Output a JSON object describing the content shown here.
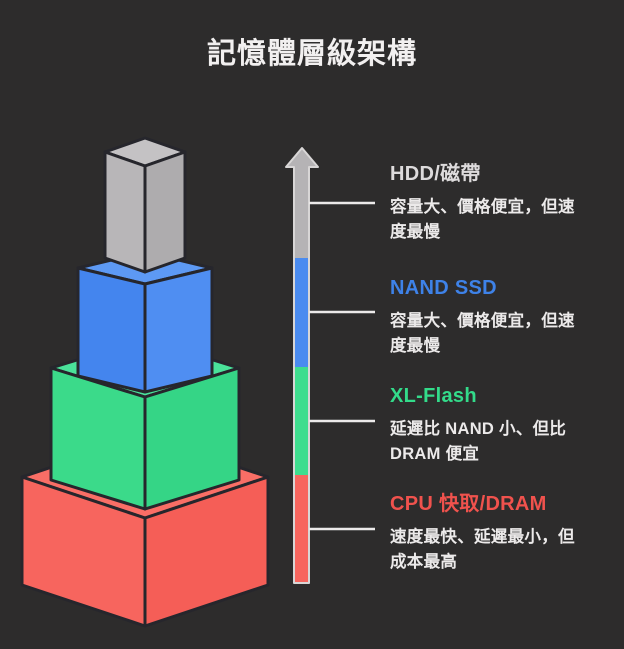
{
  "title": "記憶體層級架構",
  "colors": {
    "background": "#2d2c2c",
    "title_text": "#f2f0f0",
    "description_text": "#eceaea",
    "edge_stroke": "#26262c",
    "arrow_outline": "#d8d6d6",
    "tick_line": "#eceaea"
  },
  "levels": [
    {
      "name": "HDD/磁帶",
      "description": "容量大、價格便宜，但速度最慢",
      "heading_color": "#dddbdc",
      "block_color": "#b5b3b5",
      "faces": {
        "top": "#c4c2c4",
        "left": "#b8b6b8",
        "right": "#aeacae"
      }
    },
    {
      "name": "NAND SSD",
      "description": "容量大、價格便宜，但速度最慢",
      "heading_color": "#3e82e8",
      "block_color": "#4a8bf0",
      "faces": {
        "top": "#5d99f4",
        "left": "#4485ee",
        "right": "#4f8ef2"
      }
    },
    {
      "name": "XL-Flash",
      "description": "延遲比 NAND 小、但比 DRAM 便宜",
      "heading_color": "#33db8a",
      "block_color": "#3edd8e",
      "faces": {
        "top": "#4ae29a",
        "left": "#3bda8a",
        "right": "#35d586"
      }
    },
    {
      "name": "CPU 快取/DRAM",
      "description": "速度最快、延遲最小，但成本最高",
      "heading_color": "#f0524d",
      "block_color": "#f7655e",
      "faces": {
        "top": "#f96e66",
        "left": "#f7655e",
        "right": "#f55e57"
      }
    }
  ]
}
